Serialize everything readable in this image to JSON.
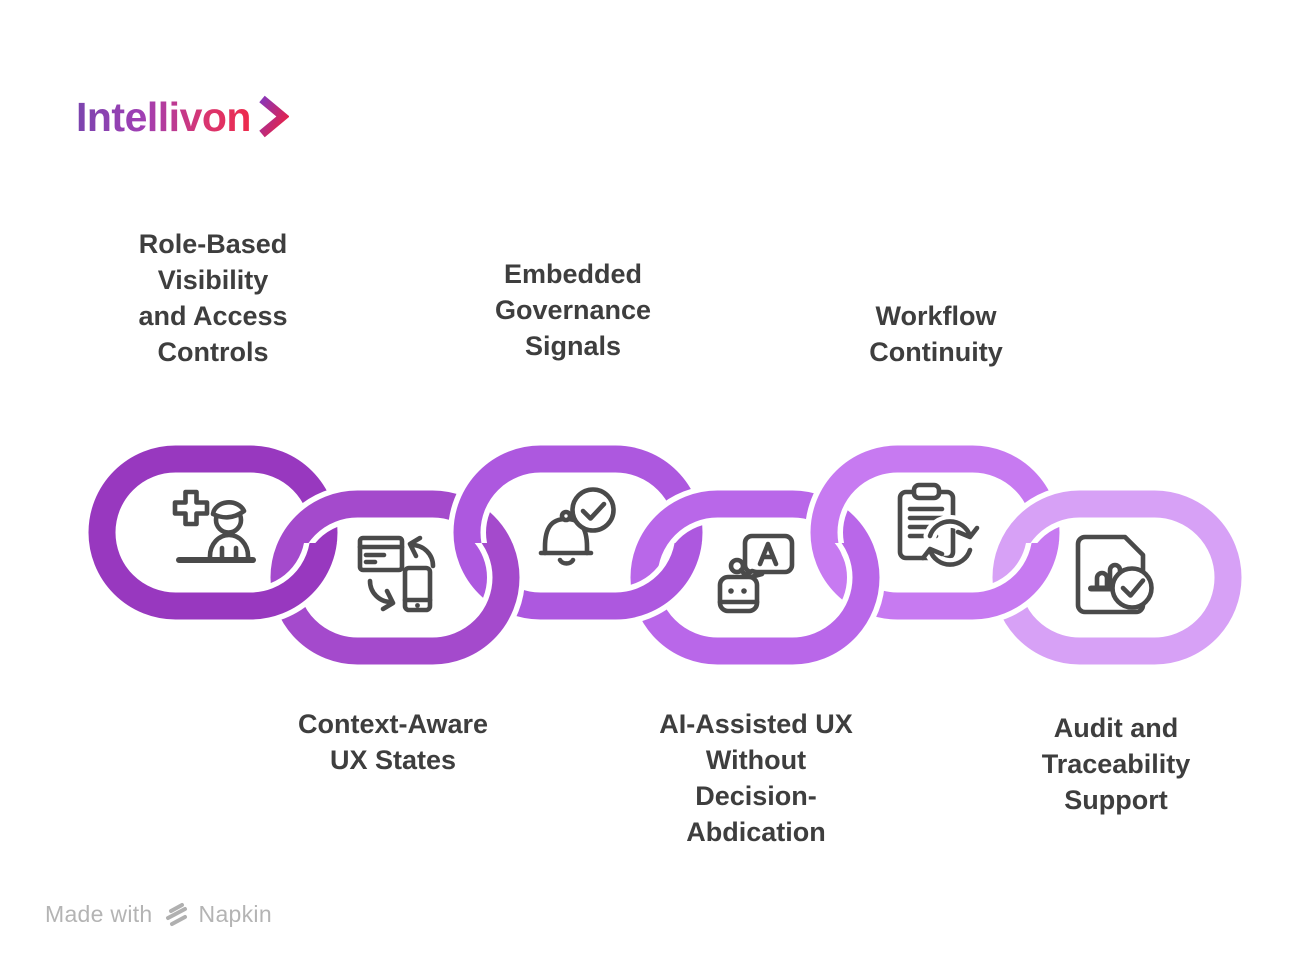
{
  "brand": {
    "name": "Intellivon"
  },
  "colors": {
    "label": "#3E3E3E",
    "icon": "#4A4A4A",
    "logo_gradient_start": "#7B44AE",
    "logo_gradient_end": "#EE2B4B",
    "watermark": "#B4B4B4",
    "background": "#FFFFFF"
  },
  "steps": [
    {
      "id": 1,
      "label": "Role-Based Visibility and Access Controls",
      "lines": [
        "Role-Based",
        "Visibility",
        "and Access",
        "Controls"
      ],
      "label_position": "top",
      "link_color": "#9838BF",
      "icon": "user-access-icon"
    },
    {
      "id": 2,
      "label": "Context-Aware UX States",
      "lines": [
        "Context-Aware",
        "UX States"
      ],
      "label_position": "bottom",
      "link_color": "#A44ACC",
      "icon": "device-sync-icon"
    },
    {
      "id": 3,
      "label": "Embedded Governance Signals",
      "lines": [
        "Embedded",
        "Governance",
        "Signals"
      ],
      "label_position": "top",
      "link_color": "#AD58DF",
      "icon": "bell-check-icon"
    },
    {
      "id": 4,
      "label": "AI-Assisted UX Without Decision-Abdication",
      "lines": [
        "AI-Assisted UX",
        "Without",
        "Decision-",
        "Abdication"
      ],
      "label_position": "bottom",
      "link_color": "#B967E9",
      "icon": "ai-chat-icon"
    },
    {
      "id": 5,
      "label": "Workflow Continuity",
      "lines": [
        "Workflow",
        "Continuity"
      ],
      "label_position": "top",
      "link_color": "#C77AF1",
      "icon": "clipboard-sync-icon"
    },
    {
      "id": 6,
      "label": "Audit and Traceability Support",
      "lines": [
        "Audit and",
        "Traceability",
        "Support"
      ],
      "label_position": "bottom",
      "link_color": "#D7A1F6",
      "icon": "audit-doc-icon"
    }
  ],
  "watermark": {
    "prefix": "Made with",
    "brand": "Napkin"
  }
}
